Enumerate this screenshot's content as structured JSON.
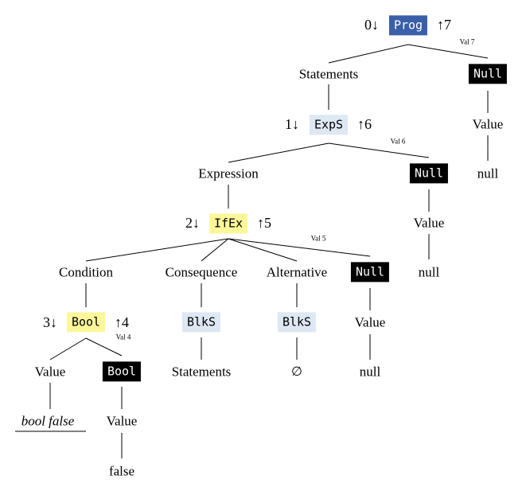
{
  "colors": {
    "prog_fill": "#3a5fa8",
    "null_fill": "#000000",
    "light_fill": "#dde8f3",
    "yellow_fill": "#fdf79a",
    "line": "#000000"
  },
  "tree": {
    "prog": {
      "label": "Prog",
      "pre": "0↓",
      "post": "↑7",
      "val": "Val 7"
    },
    "statements_top": "Statements",
    "null_top": "Null",
    "value_top": "Value",
    "null_text_top": "null",
    "exps": {
      "label": "ExpS",
      "pre": "1↓",
      "post": "↑6",
      "val": "Val 6"
    },
    "expression": "Expression",
    "null_mid": "Null",
    "value_mid": "Value",
    "null_text_mid": "null",
    "ifex": {
      "label": "IfEx",
      "pre": "2↓",
      "post": "↑5",
      "val": "Val 5"
    },
    "condition": "Condition",
    "consequence": "Consequence",
    "alternative": "Alternative",
    "null_low": "Null",
    "value_low": "Value",
    "null_text_low": "null",
    "bool": {
      "label": "Bool",
      "pre": "3↓",
      "post": "↑4",
      "val": "Val 4"
    },
    "blks_1": "BlkS",
    "blks_2": "BlkS",
    "statements_low": "Statements",
    "empty_set": "∅",
    "value_bool_left": "Value",
    "bool_black": "Bool",
    "bool_false": "bool false",
    "value_bool_right": "Value",
    "false_text": "false"
  }
}
